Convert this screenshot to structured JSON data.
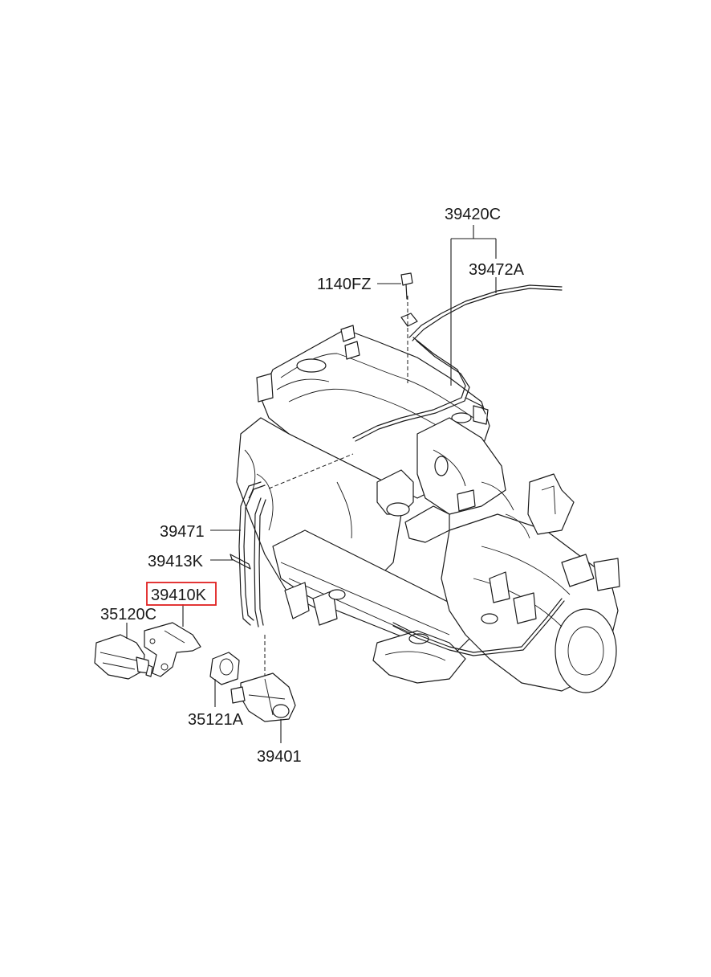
{
  "highlight_color": "#e02020",
  "labels": {
    "p39420C": "39420C",
    "p39472A": "39472A",
    "p1140FZ": "1140FZ",
    "p39471": "39471",
    "p39413K": "39413K",
    "p39410K": "39410K",
    "p35120C": "35120C",
    "p35121A": "35121A",
    "p39401": "39401"
  }
}
